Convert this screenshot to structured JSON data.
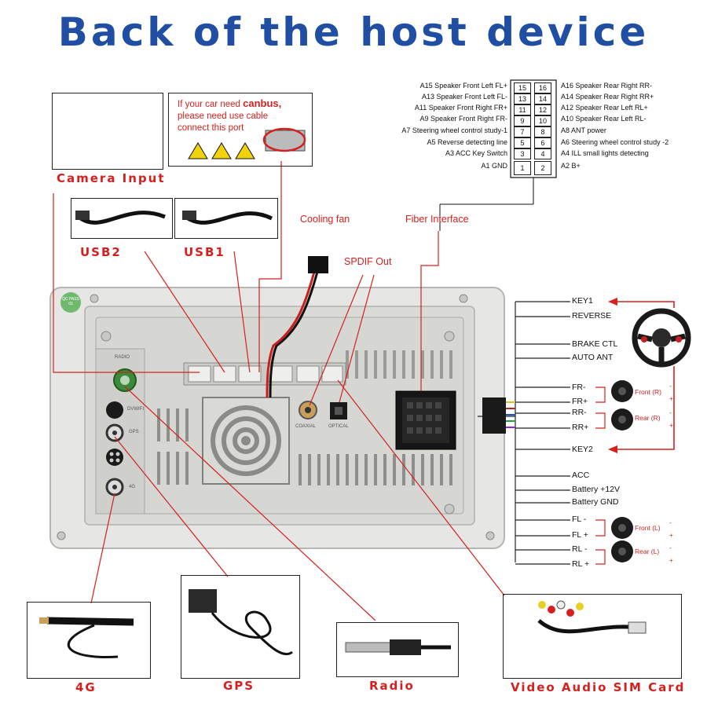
{
  "title": "Back of the host device",
  "labels": {
    "camera_input": "Camera Input",
    "usb2": "USB2",
    "usb1": "USB1",
    "cooling_fan": "Cooling fan",
    "fiber_interface": "Fiber Interface",
    "spdif_out": "SPDIF Out",
    "antenna_4g": "4G",
    "gps": "GPS",
    "radio": "Radio",
    "video_audio_sim": "Video Audio SIM Card"
  },
  "canbus_note": {
    "line1_prefix": "If your car need ",
    "line1_bold": "canbus,",
    "line2": "please need use cable",
    "line3": "connect this port"
  },
  "panel_labels": {
    "radio": "RADIO",
    "gps": "GPS",
    "wifi": "DVWIFI",
    "g4": "4G",
    "coaxial": "COAXIAL",
    "optical": "OPTICAL",
    "pass": "QC PASS 01"
  },
  "pinout": {
    "left": [
      {
        "label": "A15 Speaker Front Left FL+",
        "num": "15"
      },
      {
        "label": "A13 Speaker Front Left FL-",
        "num": "13"
      },
      {
        "label": "A11 Speaker Front Right FR+",
        "num": "11"
      },
      {
        "label": "A9 Speaker Front Right FR-",
        "num": "9"
      },
      {
        "label": "A7 Steering wheel control study-1",
        "num": "7"
      },
      {
        "label": "A5 Reverse detecting line",
        "num": "5"
      },
      {
        "label": "A3 ACC Key Switch",
        "num": "3"
      },
      {
        "label": "A1 GND",
        "num": "1"
      }
    ],
    "right": [
      {
        "label": "A16 Speaker Rear Right RR-",
        "num": "16"
      },
      {
        "label": "A14 Speaker Rear Right RR+",
        "num": "14"
      },
      {
        "label": "A12 Speaker Rear Left RL+",
        "num": "12"
      },
      {
        "label": "A10 Speaker Rear Left RL-",
        "num": "10"
      },
      {
        "label": "A8 ANT power",
        "num": "8"
      },
      {
        "label": "A6 Steering wheel control study -2",
        "num": "6"
      },
      {
        "label": "A4 ILL small lights detecting",
        "num": "4"
      },
      {
        "label": "A2 B+",
        "num": "2"
      }
    ]
  },
  "harness": {
    "wires": [
      "KEY1",
      "REVERSE",
      "BRAKE CTL",
      "AUTO ANT",
      "FR-",
      "FR+",
      "RR-",
      "RR+",
      "KEY2",
      "ACC",
      "Battery +12V",
      "Battery GND",
      "FL -",
      "FL +",
      "RL -",
      "RL +"
    ],
    "speakers": {
      "front_r": "Front (R)",
      "rear_r": "Rear (R)",
      "front_l": "Front (L)",
      "rear_l": "Rear (L)"
    },
    "polarity": {
      "minus": "-",
      "plus": "+"
    }
  },
  "colors": {
    "title": "#1f4ea3",
    "accent_red": "#d6201f",
    "panel": "#e3e3e1",
    "panel_inner": "#d2d2cf",
    "green_jack": "#3b8a3b"
  }
}
